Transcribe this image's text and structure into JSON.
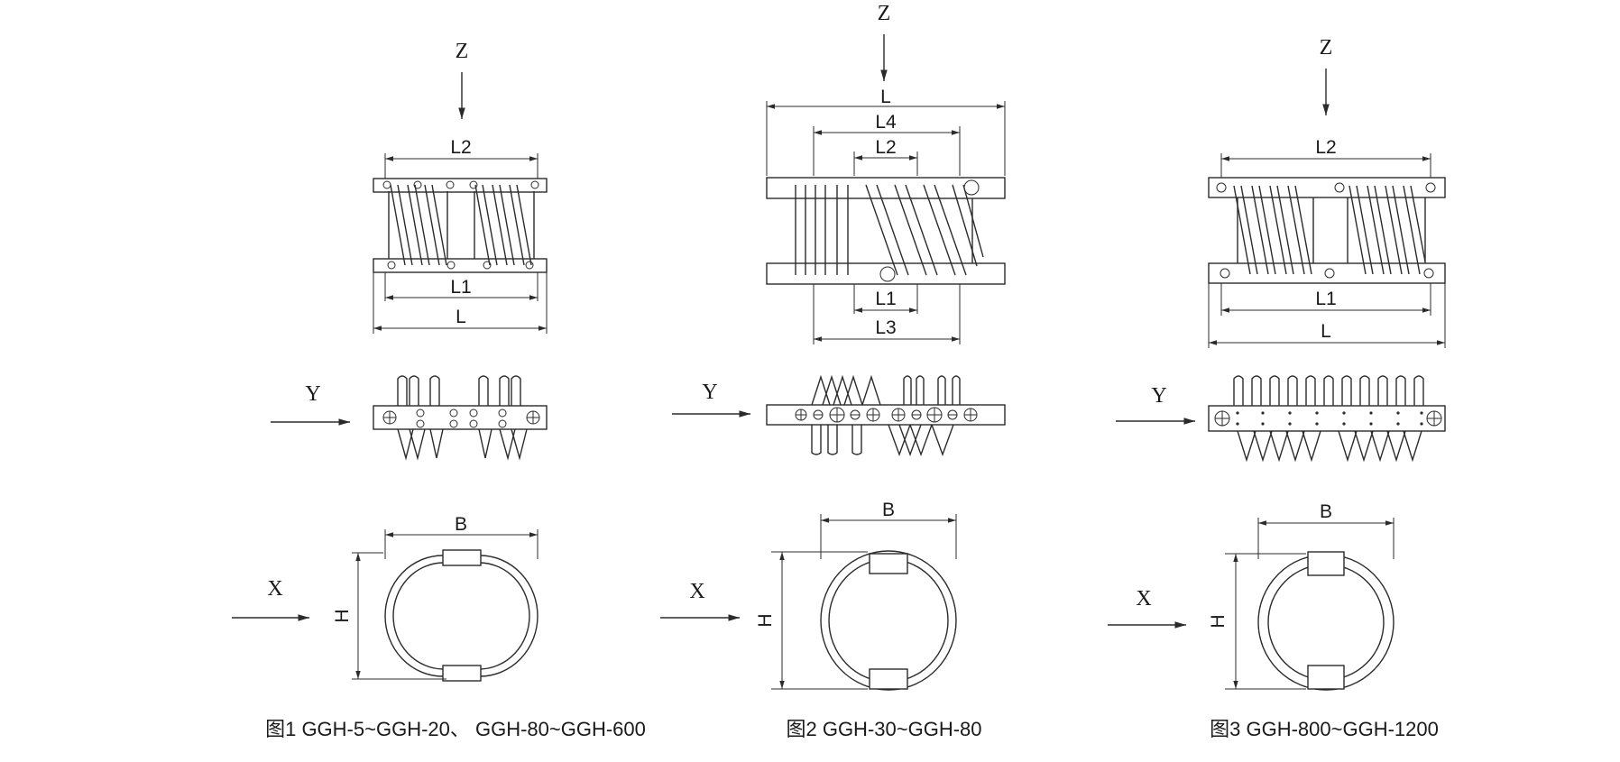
{
  "figures": [
    {
      "id": "fig1",
      "caption": "图1 GGH-5~GGH-20、 GGH-80~GGH-600",
      "axes": {
        "z": "Z",
        "y": "Y",
        "x": "X"
      },
      "front_dims": {
        "top": "L2",
        "mid": "L1",
        "bottom": "L"
      },
      "side_dims": {
        "width": "B",
        "height": "H"
      }
    },
    {
      "id": "fig2",
      "caption": "图2 GGH-30~GGH-80",
      "axes": {
        "z": "Z",
        "y": "Y",
        "x": "X"
      },
      "front_dims": {
        "top1": "L",
        "top2": "L4",
        "top3": "L2",
        "bottom1": "L1",
        "bottom2": "L3"
      },
      "side_dims": {
        "width": "B",
        "height": "H"
      }
    },
    {
      "id": "fig3",
      "caption": "图3  GGH-800~GGH-1200",
      "axes": {
        "z": "Z",
        "y": "Y",
        "x": "X"
      },
      "front_dims": {
        "top": "L2",
        "mid": "L1",
        "bottom": "L"
      },
      "side_dims": {
        "width": "B",
        "height": "H"
      }
    }
  ]
}
